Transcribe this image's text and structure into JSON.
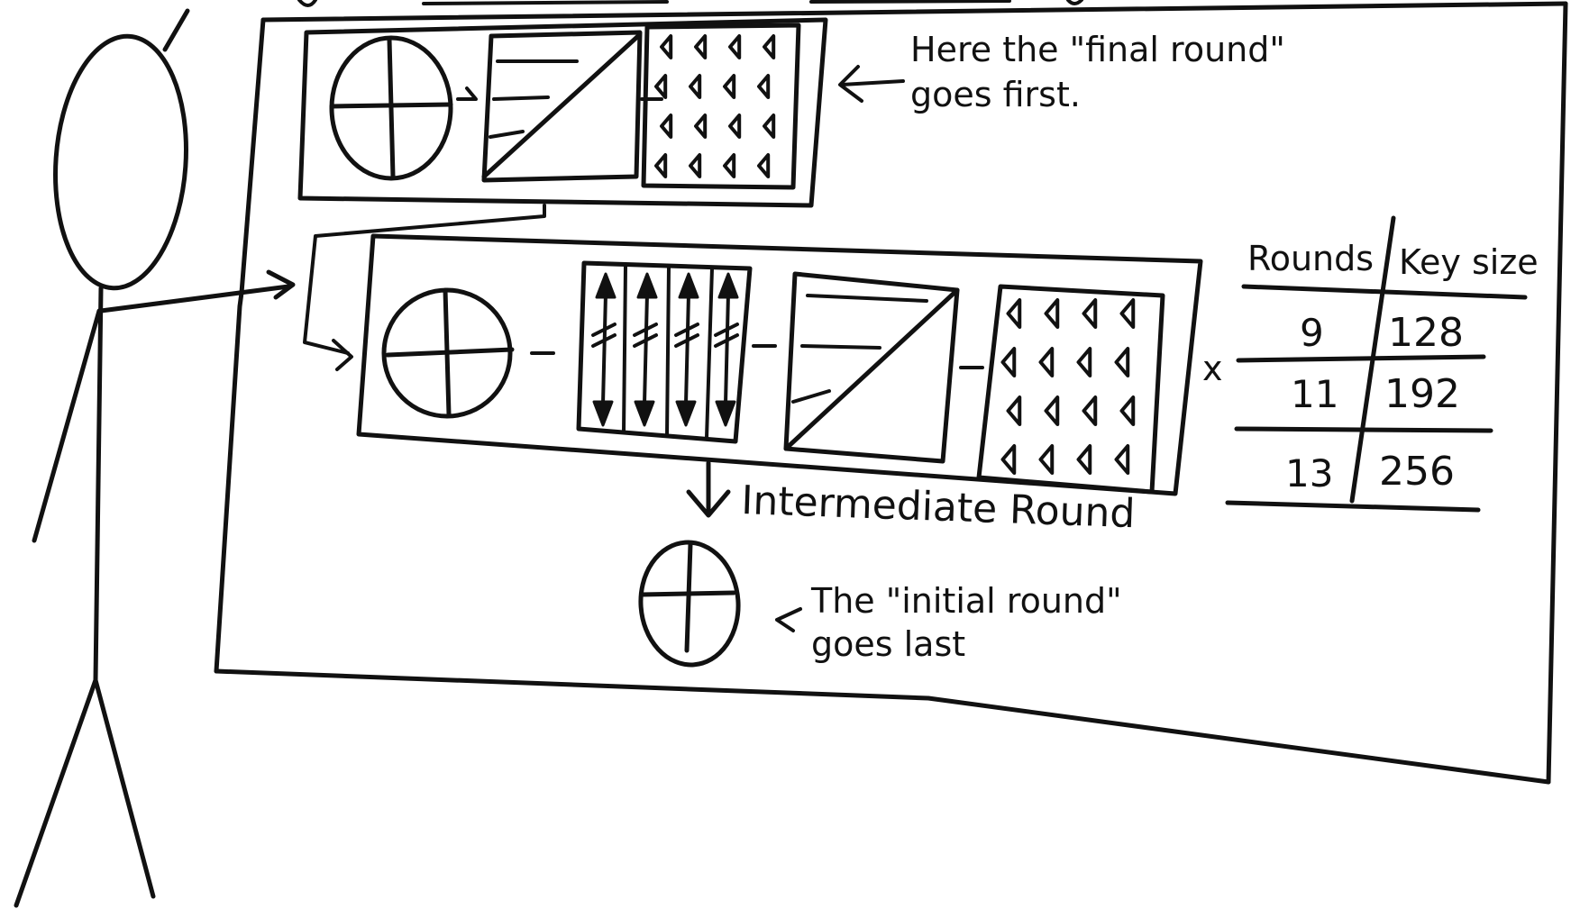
{
  "annotations": {
    "final_round_line1": "Here the \"final round\"",
    "final_round_line2": "goes first.",
    "intermediate_label": "Intermediate Round",
    "initial_round_line1": "The \"initial round\"",
    "initial_round_line2": "goes last",
    "multiplier": "x"
  },
  "rounds_table": {
    "headers": [
      "Rounds",
      "Key size"
    ],
    "rows": [
      {
        "rounds": "9",
        "key_size": "128"
      },
      {
        "rounds": "11",
        "key_size": "192"
      },
      {
        "rounds": "13",
        "key_size": "256"
      }
    ]
  },
  "icons": {
    "add_round_key": "circle-plus-icon",
    "mix_columns": "column-arrows-icon",
    "shift_rows": "shifted-rows-icon",
    "sub_bytes": "triangle-grid-icon"
  },
  "colors": {
    "ink": "#111111",
    "paper": "#ffffff"
  }
}
